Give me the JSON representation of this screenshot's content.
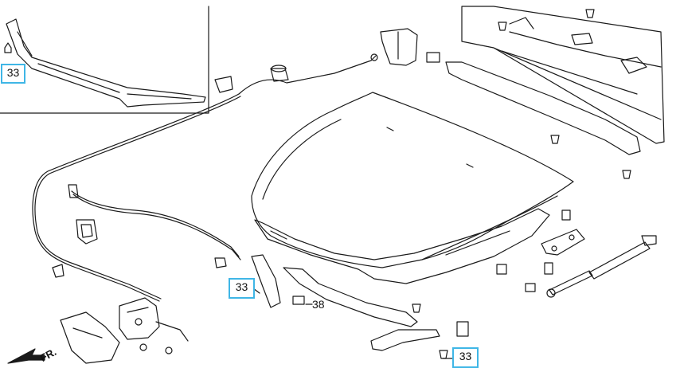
{
  "diagram": {
    "callouts": [
      {
        "id": "c1",
        "label": "33"
      },
      {
        "id": "c2",
        "label": "33"
      },
      {
        "id": "c3",
        "label": "33"
      }
    ],
    "part_labels": [
      {
        "id": "p38",
        "label": "38"
      }
    ],
    "direction_label": "FR.",
    "colors": {
      "line": "#1a1a1a",
      "callout_border": "#3fb6e6",
      "background": "#ffffff"
    }
  }
}
